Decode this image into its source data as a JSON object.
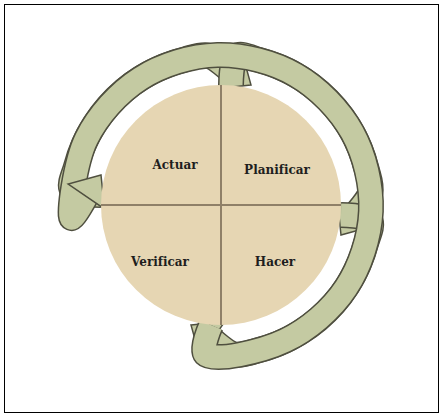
{
  "diagram": {
    "nodes": [
      {
        "text": [
          "Actuar"
        ]
      },
      {
        "text": [
          "Planificar"
        ]
      },
      {
        "text": [
          "Verificar"
        ]
      },
      {
        "text": [
          "Hacer"
        ]
      }
    ],
    "edges": [
      {
        "from": 0,
        "to": 1,
        "arrow": "to"
      },
      {
        "from": 1,
        "to": 3,
        "arrow": "to"
      },
      {
        "from": 3,
        "to": 2,
        "arrow": "to"
      },
      {
        "from": 2,
        "to": 0,
        "arrow": "to"
      }
    ]
  }
}
